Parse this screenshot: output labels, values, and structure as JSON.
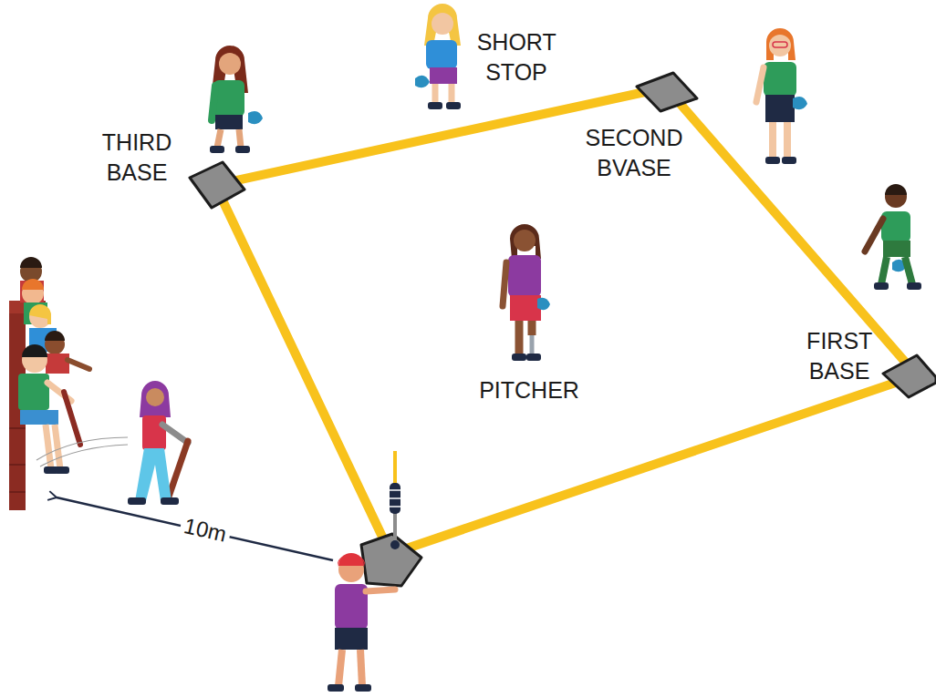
{
  "diagram": {
    "labels": [
      "SHORT STOP",
      "THIRD BASE",
      "SECOND BVASE",
      "FIRST BASE",
      "PITCHER",
      "10m"
    ]
  }
}
